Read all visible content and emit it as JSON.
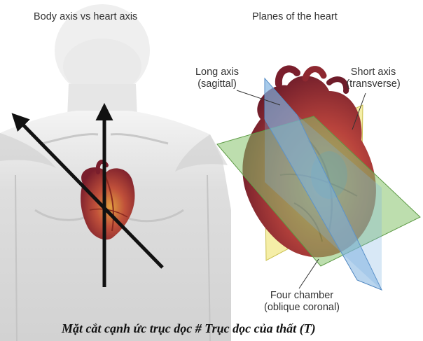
{
  "titles": {
    "left": "Body axis vs heart axis",
    "right": "Planes of the heart"
  },
  "labels": {
    "long_axis": [
      "Long axis",
      "(sagittal)"
    ],
    "short_axis": [
      "Short axis",
      "(transverse)"
    ],
    "four_chamber": [
      "Four chamber",
      "(oblique coronal)"
    ]
  },
  "caption": "Mặt cắt cạnh ức trục dọc # Trục dọc của thất (T)",
  "colors": {
    "background": "#ffffff",
    "body": "#dcdcdc",
    "heart": "#b8323a",
    "arrow": "#111111",
    "plane_long_axis": "#7fb2e0",
    "plane_short_axis": "#f2e88a",
    "plane_four_chamber": "#86c36b",
    "label_text": "#333333"
  }
}
